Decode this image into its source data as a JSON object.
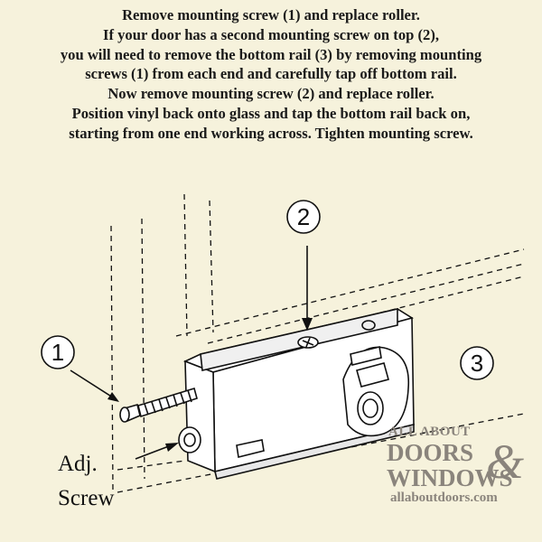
{
  "instructions": [
    "Remove mounting screw (1) and replace roller.",
    "If your door has a second mounting screw on top (2),",
    "you will need to remove the bottom rail (3) by removing mounting",
    "screws (1) from each end and carefully tap off bottom rail.",
    "Now remove mounting screw (2) and replace roller.",
    "Position vinyl  back onto glass and tap the bottom rail back on,",
    "starting from one end working across. Tighten mounting screw."
  ],
  "callouts": [
    "1",
    "2",
    "3"
  ],
  "adjusting_screw_label": [
    "Adj.",
    "Screw"
  ],
  "brand": {
    "line1": "ALL ABOUT",
    "line2": "DOORS",
    "ampersand": "&",
    "line3": "WINDOWS",
    "url": "allaboutdoors.com"
  },
  "colors": {
    "background": "#f6f2dc",
    "ink": "#111111",
    "watermark": "#8a847c"
  }
}
